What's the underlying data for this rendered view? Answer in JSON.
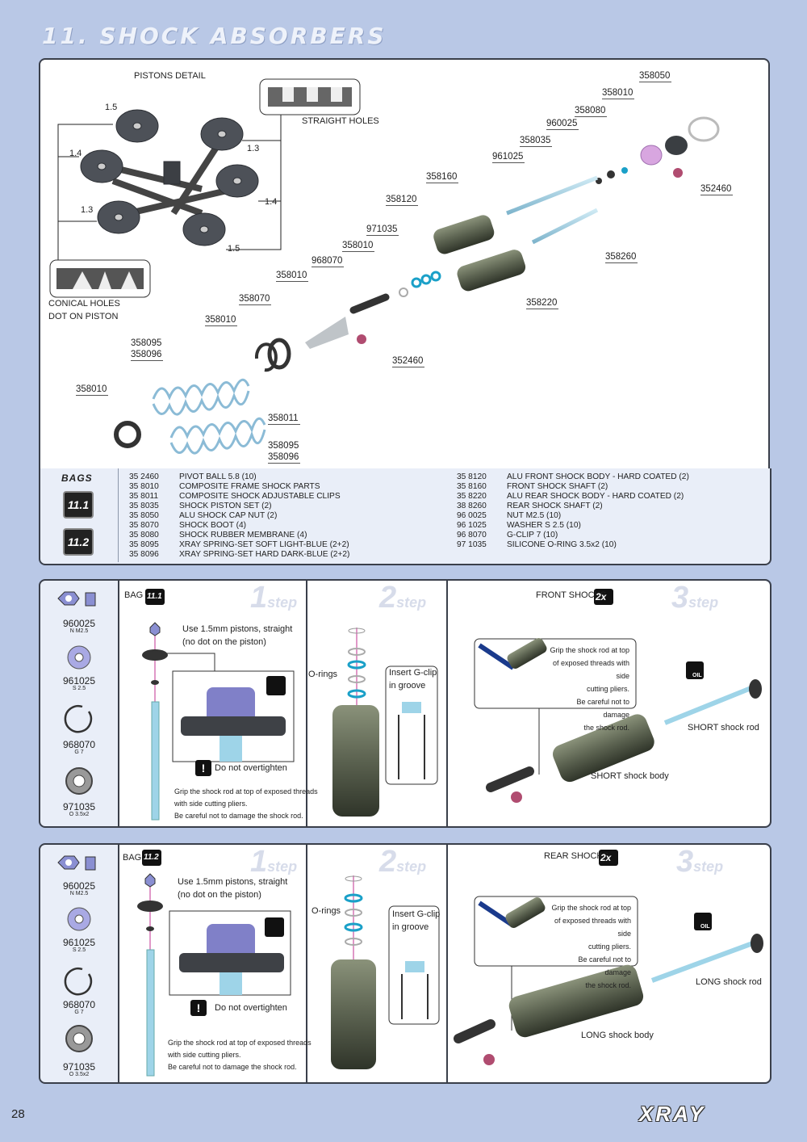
{
  "header": {
    "title": "11. SHOCK ABSORBERS",
    "page_number": "28",
    "brand": "XRAY"
  },
  "pistons": {
    "title": "PISTONS DETAIL",
    "straight": "STRAIGHT HOLES",
    "conical_1": "CONICAL HOLES",
    "conical_2": "DOT ON PISTON",
    "sizes": {
      "s1": "1.5",
      "s2": "1.4",
      "s3": "1.3",
      "s4": "1.3",
      "s5": "1.4",
      "s6": "1.5"
    }
  },
  "callouts": {
    "c358050": "358050",
    "c358010a": "358010",
    "c358080": "358080",
    "c960025": "960025",
    "c358035": "358035",
    "c961025": "961025",
    "c352460a": "352460",
    "c358160": "358160",
    "c358120": "358120",
    "c971035": "971035",
    "c358260": "358260",
    "c358010b": "358010",
    "c968070": "968070",
    "c358010c": "358010",
    "c358220": "358220",
    "c358070": "358070",
    "c358010d": "358010",
    "c352460b": "352460",
    "c358095a": "358095",
    "c358096a": "358096",
    "c358010e": "358010",
    "c358011": "358011",
    "c358095b": "358095",
    "c358096b": "358096"
  },
  "bags": {
    "title": "BAGS",
    "bag1": "11.1",
    "bag2": "11.2",
    "left": [
      {
        "code": "35 2460",
        "desc": "PIVOT BALL 5.8 (10)"
      },
      {
        "code": "35 8010",
        "desc": "COMPOSITE FRAME SHOCK PARTS"
      },
      {
        "code": "35 8011",
        "desc": "COMPOSITE SHOCK ADJUSTABLE CLIPS"
      },
      {
        "code": "35 8035",
        "desc": "SHOCK PISTON SET (2)"
      },
      {
        "code": "35 8050",
        "desc": "ALU SHOCK CAP NUT (2)"
      },
      {
        "code": "35 8070",
        "desc": "SHOCK BOOT (4)"
      },
      {
        "code": "35 8080",
        "desc": "SHOCK RUBBER MEMBRANE (4)"
      },
      {
        "code": "35 8095",
        "desc": "XRAY SPRING-SET SOFT LIGHT-BLUE  (2+2)"
      },
      {
        "code": "35 8096",
        "desc": "XRAY SPRING-SET HARD DARK-BLUE  (2+2)"
      }
    ],
    "right": [
      {
        "code": "35 8120",
        "desc": "ALU FRONT SHOCK BODY - HARD COATED (2)"
      },
      {
        "code": "35 8160",
        "desc": "FRONT SHOCK SHAFT (2)"
      },
      {
        "code": "35 8220",
        "desc": "ALU REAR SHOCK BODY - HARD COATED (2)"
      },
      {
        "code": "38 8260",
        "desc": "REAR SHOCK SHAFT (2)"
      },
      {
        "code": "96 0025",
        "desc": "NUT M2.5  (10)"
      },
      {
        "code": "96 1025",
        "desc": "WASHER S 2.5 (10)"
      },
      {
        "code": "96 8070",
        "desc": "G-CLIP 7  (10)"
      },
      {
        "code": "97 1035",
        "desc": "SILICONE O-RING 3.5x2 (10)"
      }
    ]
  },
  "side": [
    {
      "num": "960025",
      "sub": "N M2.5"
    },
    {
      "num": "961025",
      "sub": "S 2.5"
    },
    {
      "num": "968070",
      "sub": "G 7"
    },
    {
      "num": "971035",
      "sub": "O 3.5x2"
    }
  ],
  "front": {
    "bag_label": "BAG",
    "bag": "11.1",
    "step1": "1",
    "step2": "2",
    "step3": "3",
    "step_word": "step",
    "pistons_note_1": "Use 1.5mm pistons, straight",
    "pistons_note_2": "(no dot on the piston)",
    "overtighten": "Do not overtighten",
    "grip_1": "Grip the shock rod at top of exposed threads",
    "grip_2": "with side cutting pliers.",
    "grip_3": "Be careful not to damage the shock rod.",
    "orings": "O-rings",
    "gclip_1": "Insert G-clip",
    "gclip_2": "in groove",
    "title": "FRONT SHOCKS",
    "times": "2x",
    "pliers_1": "Grip the shock rod at top",
    "pliers_2": "of exposed threads with side",
    "pliers_3": "cutting pliers.",
    "pliers_4": "Be careful not to damage",
    "pliers_5": "the shock rod.",
    "rod": "SHORT shock rod",
    "body": "SHORT shock body",
    "oil": "OIL"
  },
  "rear": {
    "bag_label": "BAG",
    "bag": "11.2",
    "step1": "1",
    "step2": "2",
    "step3": "3",
    "step_word": "step",
    "pistons_note_1": "Use 1.5mm pistons, straight",
    "pistons_note_2": "(no dot on the piston)",
    "overtighten": "Do not overtighten",
    "grip_1": "Grip the shock rod at top of exposed threads",
    "grip_2": "with side cutting pliers.",
    "grip_3": "Be careful not to damage the shock rod.",
    "orings": "O-rings",
    "gclip_1": "Insert G-clip",
    "gclip_2": "in groove",
    "title": "REAR SHOCKS",
    "times": "2x",
    "pliers_1": "Grip the shock rod at top",
    "pliers_2": "of exposed threads with side",
    "pliers_3": "cutting pliers.",
    "pliers_4": "Be careful not to damage",
    "pliers_5": "the shock rod.",
    "rod": "LONG shock rod",
    "body": "LONG shock body",
    "oil": "OIL"
  }
}
